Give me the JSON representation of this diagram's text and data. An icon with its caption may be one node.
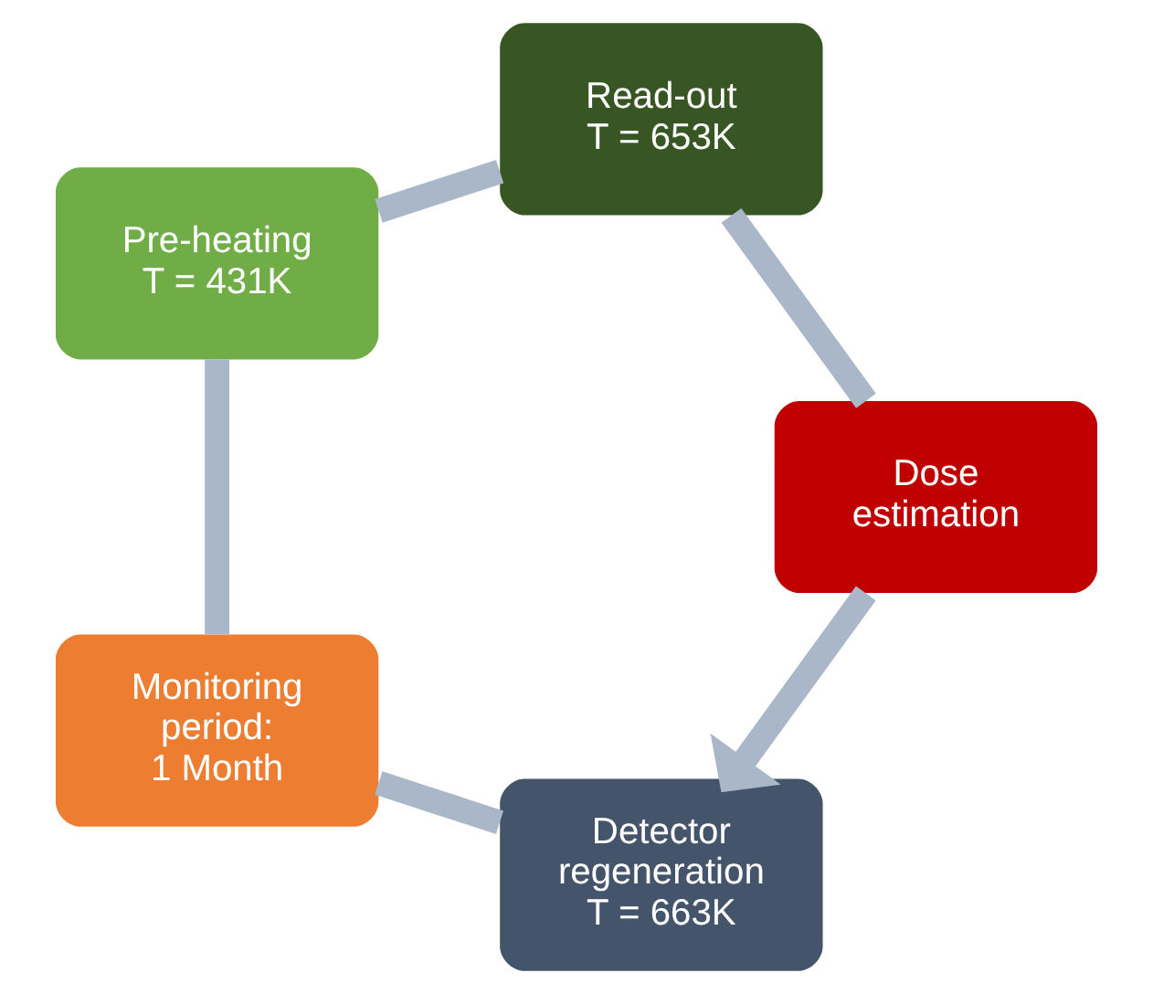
{
  "diagram": {
    "nodes": [
      {
        "text": [
          "Detector regeneration",
          "T = 663K"
        ]
      },
      {
        "text": [
          "Monitoring period:",
          "1 Month"
        ]
      },
      {
        "text": [
          "Pre-heating",
          "T = 431K"
        ]
      },
      {
        "text": [
          "Read-out",
          "T = 653K"
        ]
      },
      {
        "text": [
          "Dose estimation"
        ]
      }
    ],
    "edges": [
      {
        "from": 0,
        "to": 1,
        "arrow": "none"
      },
      {
        "from": 1,
        "to": 2,
        "arrow": "none"
      },
      {
        "from": 2,
        "to": 3,
        "arrow": "none"
      },
      {
        "from": 3,
        "to": 4,
        "arrow": "none"
      },
      {
        "from": 4,
        "to": 0,
        "arrow": "to"
      }
    ]
  }
}
